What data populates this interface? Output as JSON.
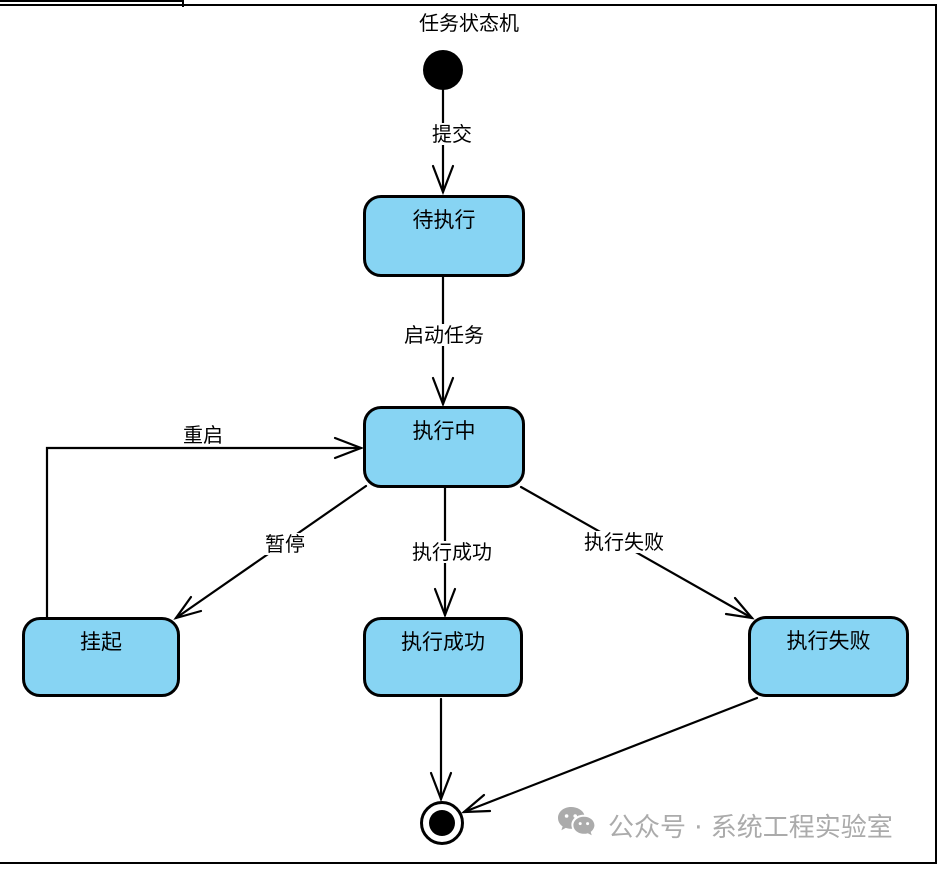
{
  "title": "任务状态机",
  "states": [
    {
      "id": "pending",
      "label": "待执行"
    },
    {
      "id": "running",
      "label": "执行中"
    },
    {
      "id": "suspended",
      "label": "挂起"
    },
    {
      "id": "success",
      "label": "执行成功"
    },
    {
      "id": "failed",
      "label": "执行失败"
    }
  ],
  "transitions": [
    {
      "id": "submit",
      "label": "提交"
    },
    {
      "id": "start",
      "label": "启动任务"
    },
    {
      "id": "restart",
      "label": "重启"
    },
    {
      "id": "pause",
      "label": "暂停"
    },
    {
      "id": "succeed",
      "label": "执行成功"
    },
    {
      "id": "fail",
      "label": "执行失败"
    }
  ],
  "nodes": {
    "initial": "initial-state",
    "final": "final-state"
  },
  "watermark": {
    "icon": "wechat-icon",
    "text": "公众号 · 系统工程实验室"
  },
  "colors": {
    "state_fill": "#87D4F3",
    "stroke": "#000000",
    "watermark_gray": "#ABABAB"
  }
}
